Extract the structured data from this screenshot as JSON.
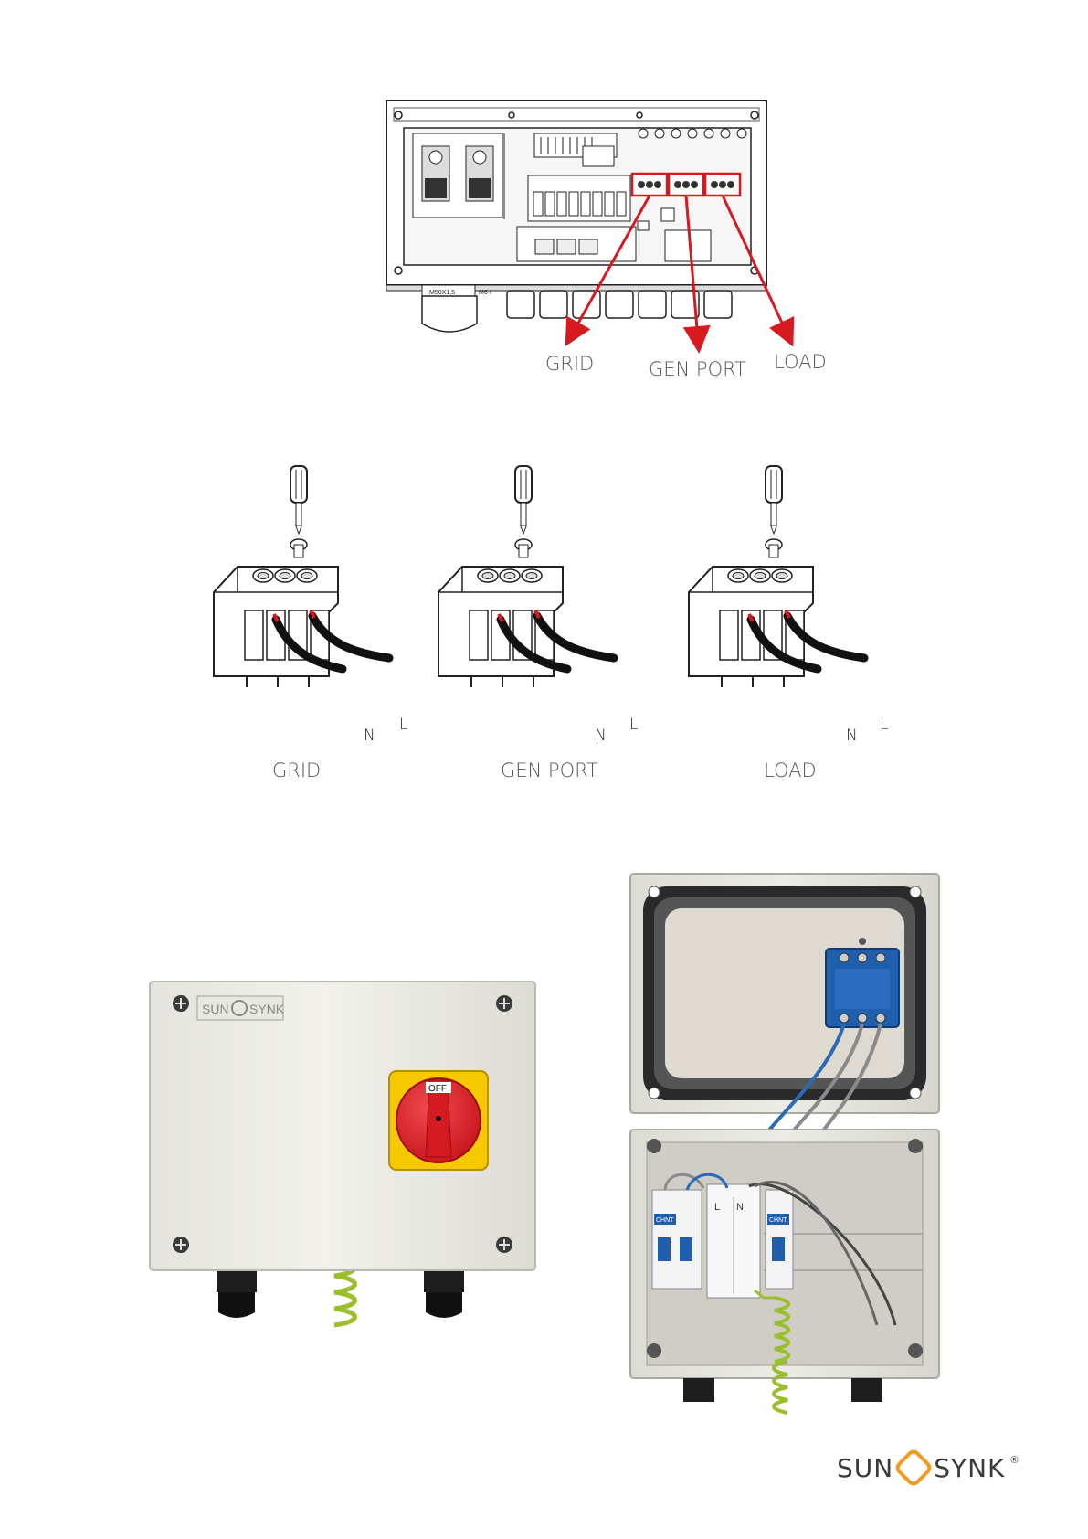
{
  "inverter": {
    "arrow_labels": [
      "GRID",
      "GEN PORT",
      "LOAD"
    ],
    "cable_gland_label": "M50X1.5",
    "cable_gland_label2": "M6-I"
  },
  "terminals": [
    {
      "caption": "GRID",
      "neutral": "N",
      "live": "L"
    },
    {
      "caption": "GEN PORT",
      "neutral": "N",
      "live": "L"
    },
    {
      "caption": "LOAD",
      "neutral": "N",
      "live": "L"
    }
  ],
  "isolator": {
    "brand_left": "SUN",
    "brand_right": "SYNK",
    "switch_label": "OFF"
  },
  "open_box": {
    "breaker_brand": "CHNT",
    "spd_labels": [
      "L",
      "N"
    ]
  },
  "footer": {
    "brand_left": "SUN",
    "brand_right": "SYNK",
    "trademark": "®"
  },
  "colors": {
    "arrow_red": "#d71920",
    "highlight_red": "#d71920",
    "switch_red": "#e8242b",
    "switch_yellow": "#f6c800",
    "breaker_blue": "#1f5fae",
    "wire_blue": "#2a6bb8",
    "wire_grey": "#8a8a8a",
    "earth_green": "#9bbf2c",
    "brand_orange": "#f29a1f"
  }
}
